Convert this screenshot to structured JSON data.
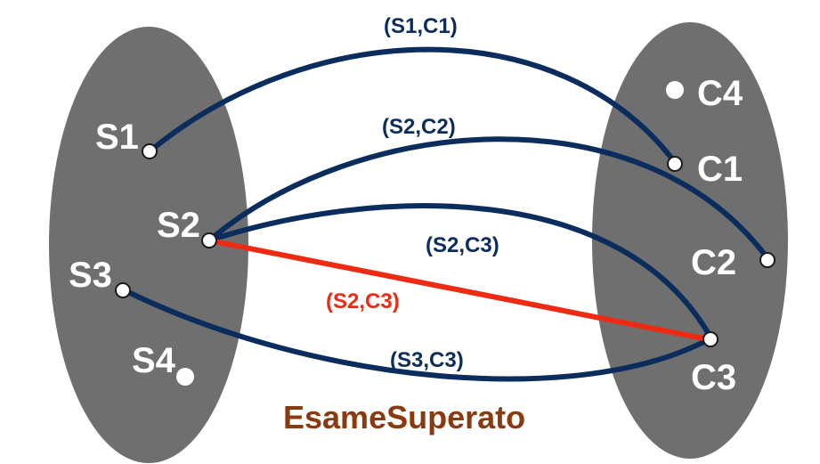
{
  "colors": {
    "set_fill": "#6f6f6f",
    "edge": "#0b2d5e",
    "highlight": "#ee2a12",
    "title": "#8b3a0f",
    "point": "#ffffff"
  },
  "left_set": {
    "items": [
      {
        "id": "S1",
        "label": "S1"
      },
      {
        "id": "S2",
        "label": "S2"
      },
      {
        "id": "S3",
        "label": "S3"
      },
      {
        "id": "S4",
        "label": "S4"
      }
    ]
  },
  "right_set": {
    "items": [
      {
        "id": "C4",
        "label": "C4"
      },
      {
        "id": "C1",
        "label": "C1"
      },
      {
        "id": "C2",
        "label": "C2"
      },
      {
        "id": "C3",
        "label": "C3"
      }
    ]
  },
  "edges": [
    {
      "from": "S1",
      "to": "C1",
      "label": "(S1,C1)",
      "highlight": false
    },
    {
      "from": "S2",
      "to": "C2",
      "label": "(S2,C2)",
      "highlight": false
    },
    {
      "from": "S2",
      "to": "C3",
      "label": "(S2,C3)",
      "highlight": false
    },
    {
      "from": "S2",
      "to": "C3",
      "label": "(S2,C3)",
      "highlight": true
    },
    {
      "from": "S3",
      "to": "C3",
      "label": "(S3,C3)",
      "highlight": false
    }
  ],
  "relation_name": "EsameSuperato"
}
